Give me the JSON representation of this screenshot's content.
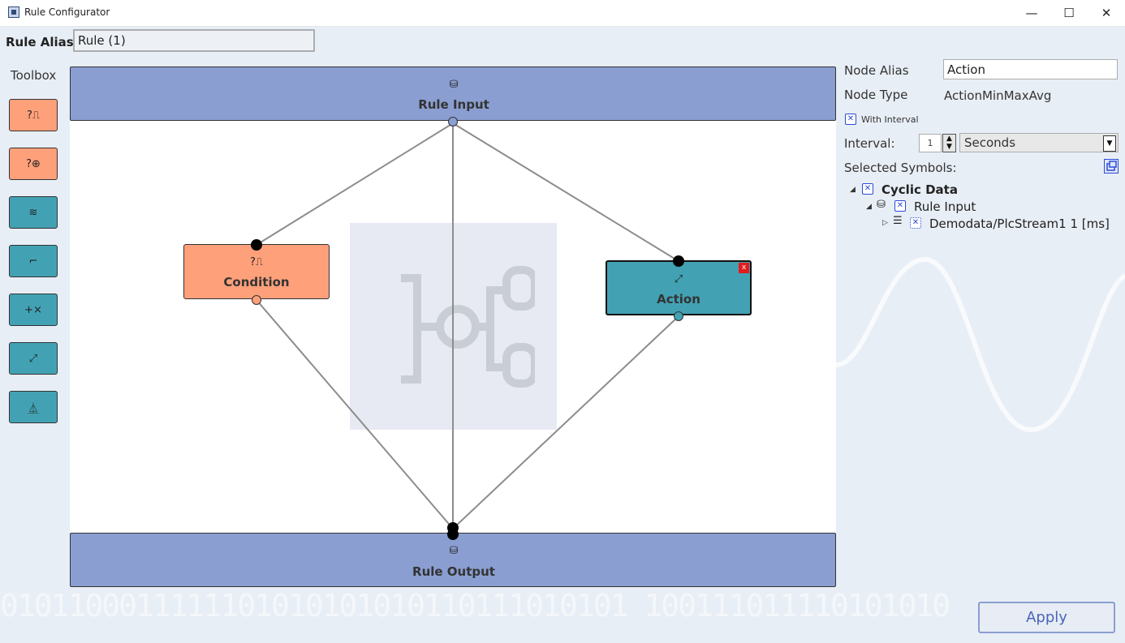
{
  "window": {
    "title": "Rule Configurator",
    "minimize": "—",
    "maximize": "☐",
    "close": "✕"
  },
  "alias": {
    "label": "Rule Alias",
    "value": "Rule (1)"
  },
  "toolbox": {
    "label": "Toolbox",
    "tools": [
      {
        "icon": "condition-icon",
        "glyph": "?⎍"
      },
      {
        "icon": "mouse-condition-icon",
        "glyph": "?⊕"
      },
      {
        "icon": "threshold-icon",
        "glyph": "≋"
      },
      {
        "icon": "step-icon",
        "glyph": "⌐"
      },
      {
        "icon": "add-multiply-icon",
        "glyph": "+×"
      },
      {
        "icon": "min-max-avg-icon",
        "glyph": "⤢"
      },
      {
        "icon": "pulse-icon",
        "glyph": "⏅"
      }
    ]
  },
  "canvas": {
    "rule_input": {
      "label": "Rule Input",
      "icon": "database-icon",
      "glyph": "⛁"
    },
    "rule_output": {
      "label": "Rule Output",
      "icon": "database-icon",
      "glyph": "⛁"
    },
    "condition": {
      "label": "Condition",
      "icon": "condition-icon",
      "glyph": "?⎍",
      "color": "#fea07a"
    },
    "action": {
      "label": "Action",
      "icon": "min-max-avg-icon",
      "glyph": "⤢",
      "color": "#42a2b4",
      "delete": "x"
    }
  },
  "props": {
    "node_alias_label": "Node Alias",
    "node_alias_value": "Action",
    "node_type_label": "Node Type",
    "node_type_value": "ActionMinMaxAvg",
    "with_interval_label": "With Interval",
    "with_interval_checked": true,
    "interval_label": "Interval:",
    "interval_value": "1",
    "interval_unit": "Seconds",
    "selected_symbols_label": "Selected Symbols:"
  },
  "tree": {
    "root": "Cyclic Data",
    "child": "Rule Input",
    "leaf": "Demodata/PlcStream1 1 [ms]"
  },
  "footer": {
    "apply": "Apply",
    "background_binary": "0101100011111101010101010110111010101 100111011110101010"
  }
}
